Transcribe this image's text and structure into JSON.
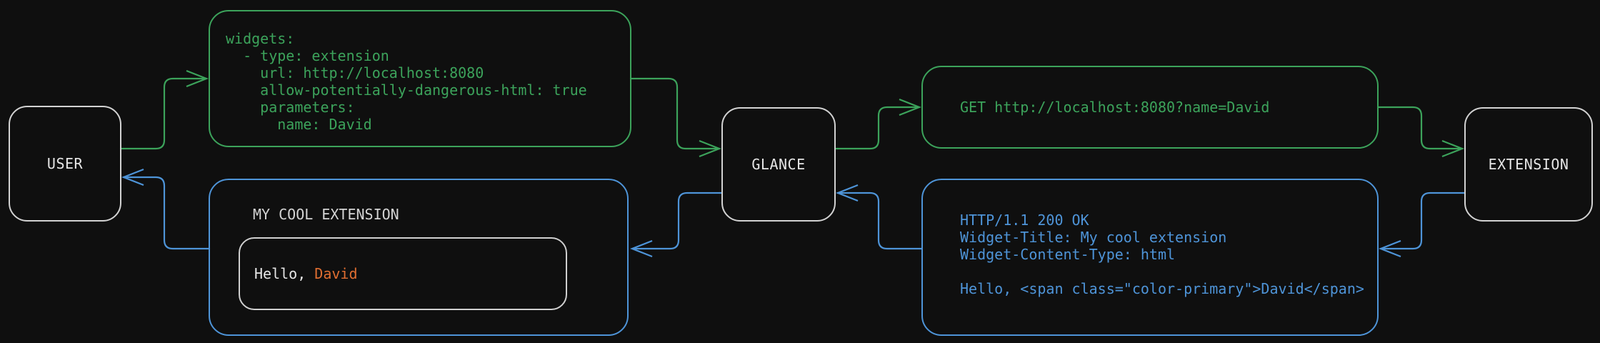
{
  "diagram": {
    "colors": {
      "background": "#0f0f0f",
      "green": "#3ca35b",
      "blue": "#4e94d8",
      "orange": "#e06e31",
      "node_border": "#d2d2d2",
      "text_light": "#e6e6e6"
    },
    "nodes": {
      "user": "USER",
      "glance": "GLANCE",
      "extension": "EXTENSION"
    },
    "config_box": {
      "text": "widgets:\n  - type: extension\n    url: http://localhost:8080\n    allow-potentially-dangerous-html: true\n    parameters:\n      name: David"
    },
    "request_box": {
      "text": "GET http://localhost:8080?name=David"
    },
    "response_box": {
      "text": "HTTP/1.1 200 OK\nWidget-Title: My cool extension\nWidget-Content-Type: html\n\nHello, <span class=\"color-primary\">David</span>"
    },
    "widget_box": {
      "title": "MY COOL EXTENSION",
      "greeting_prefix": "Hello, ",
      "greeting_name": "David"
    }
  }
}
